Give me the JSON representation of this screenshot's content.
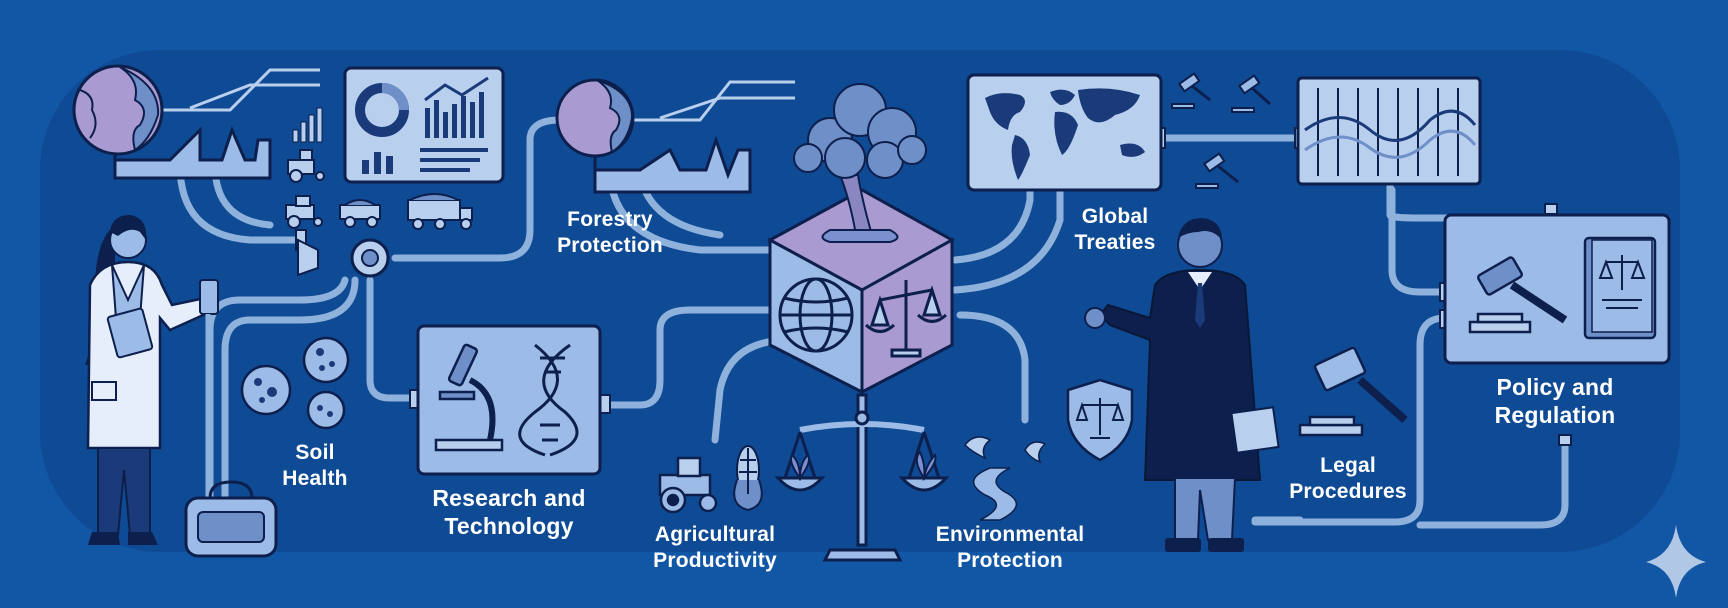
{
  "labels": {
    "soil_health": [
      "Soil",
      "Health"
    ],
    "research_technology": [
      "Research and",
      "Technology"
    ],
    "forestry_protection": [
      "Forestry",
      "Protection"
    ],
    "agricultural_productivity": [
      "Agricultural",
      "Productivity"
    ],
    "environmental_protection": [
      "Environmental",
      "Protection"
    ],
    "global_treaties": [
      "Global",
      "Treaties"
    ],
    "legal_procedures": [
      "Legal",
      "Procedures"
    ],
    "policy_regulation": [
      "Policy and",
      "Regulation"
    ]
  },
  "colors": {
    "background": "#1257a6",
    "panel": "#0f4a94",
    "pipe": "#8fb2dc",
    "panel_fill": "#b9cfee",
    "dark_navy": "#0d1f4d",
    "lavender": "#a99bd1"
  },
  "icons": [
    "globe-icon",
    "bar-chart-icon",
    "donut-chart-icon",
    "tractor-icon",
    "truck-icon",
    "microscope-icon",
    "dna-icon",
    "microbe-icon",
    "tree-icon",
    "scales-icon",
    "corn-icon",
    "plant-icon",
    "dove-icon",
    "river-icon",
    "world-map-icon",
    "gavel-icon",
    "law-book-icon",
    "shield-icon",
    "phone-icon",
    "clipboard-icon",
    "document-icon",
    "sparkle-icon"
  ]
}
